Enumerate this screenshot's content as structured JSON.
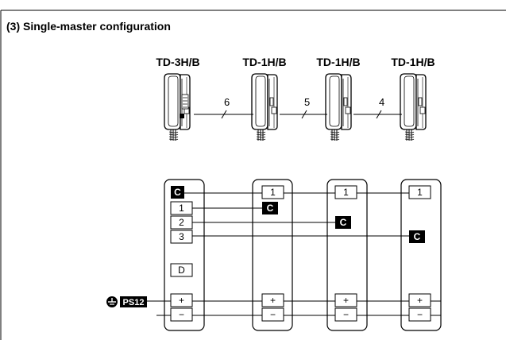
{
  "section_title": "(3) Single-master configuration",
  "stations": [
    {
      "model": "TD-3H/B"
    },
    {
      "model": "TD-1H/B"
    },
    {
      "model": "TD-1H/B"
    },
    {
      "model": "TD-1H/B"
    }
  ],
  "cables": [
    {
      "label": "6"
    },
    {
      "label": "5"
    },
    {
      "label": "4"
    }
  ],
  "master_terminals": [
    "C",
    "1",
    "2",
    "3",
    "D",
    "+",
    "−"
  ],
  "sub_terminals": [
    {
      "top": "1",
      "common": "C",
      "plus": "+",
      "minus": "−"
    },
    {
      "top": "1",
      "common": "C",
      "plus": "+",
      "minus": "−"
    },
    {
      "top": "1",
      "common": "C",
      "plus": "+",
      "minus": "−"
    }
  ],
  "power_supply": {
    "label": "PS12"
  },
  "icons": {
    "ground": "ground-icon",
    "handset": "handset-icon"
  }
}
